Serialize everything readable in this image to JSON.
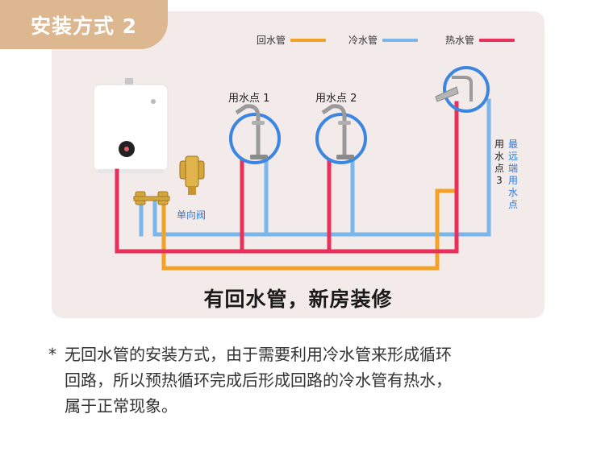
{
  "title": "安装方式 2",
  "legend": {
    "return": "回水管",
    "cold": "冷水管",
    "hot": "热水管"
  },
  "points": {
    "p1": "用水点 1",
    "p2": "用水点 2",
    "p3": "用水点3",
    "p3_note": "最远端用水点"
  },
  "valve_label": "单向阀",
  "caption": "有回水管，新房装修",
  "note": {
    "star": "*",
    "lines": [
      "无回水管的安装方式，由于需要利用冷水管来形成循环",
      "回路，所以预热循环完成后形成回路的冷水管有热水，",
      "属于正常现象。"
    ]
  },
  "colors": {
    "hot": "#e8305a",
    "cold": "#7ab6ea",
    "return": "#f2a226",
    "tag": "#dcb790",
    "panel": "#f3eaea",
    "circle": "#3a86e0"
  }
}
